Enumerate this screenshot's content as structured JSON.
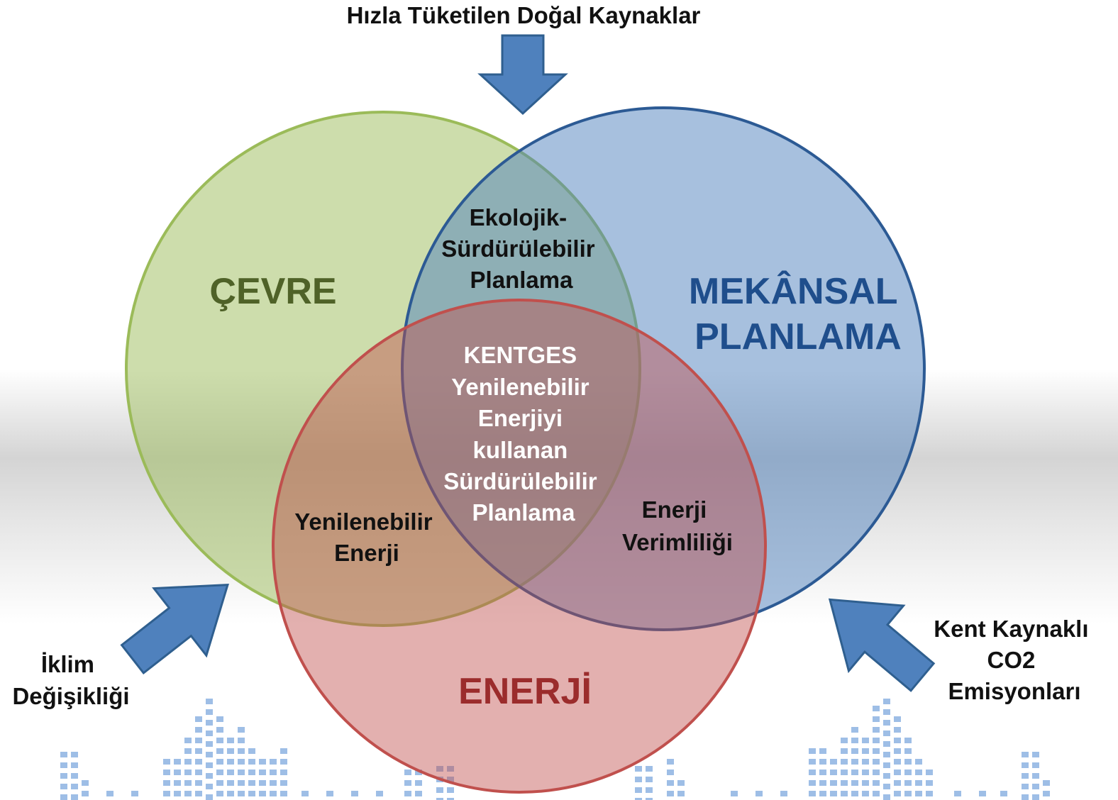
{
  "inputs": {
    "top": "Hızla Tüketilen Doğal Kaynaklar",
    "left": [
      "İklim",
      "Değişikliği"
    ],
    "right": [
      "Kent Kaynaklı",
      "CO2",
      "Emisyonları"
    ]
  },
  "circles": {
    "environment": {
      "label": "ÇEVRE",
      "color": "#4f6228"
    },
    "spatial": {
      "label_lines": [
        "MEKÂNSAL",
        "PLANLAMA"
      ],
      "color": "#1f4e8c"
    },
    "energy": {
      "label": "ENERJİ",
      "color": "#9b2c2c"
    }
  },
  "overlaps": {
    "environment_spatial": [
      "Ekolojik-",
      "Sürdürülebilir",
      "Planlama"
    ],
    "environment_energy": [
      "Yenilenebilir",
      "Enerji"
    ],
    "spatial_energy": [
      "Enerji",
      "Verimliliği"
    ],
    "center": [
      "KENTGES",
      "Yenilenebilir",
      "Enerjiyi",
      "kullanan",
      "Sürdürülebilir",
      "Planlama"
    ]
  },
  "colors": {
    "arrow_fill": "#4f81bd",
    "arrow_stroke": "#2f5f8f",
    "green_fill": "#9bbb59",
    "blue_fill": "#4f81bd",
    "red_fill": "#c0504d",
    "city_dots": "#8db3e2"
  }
}
